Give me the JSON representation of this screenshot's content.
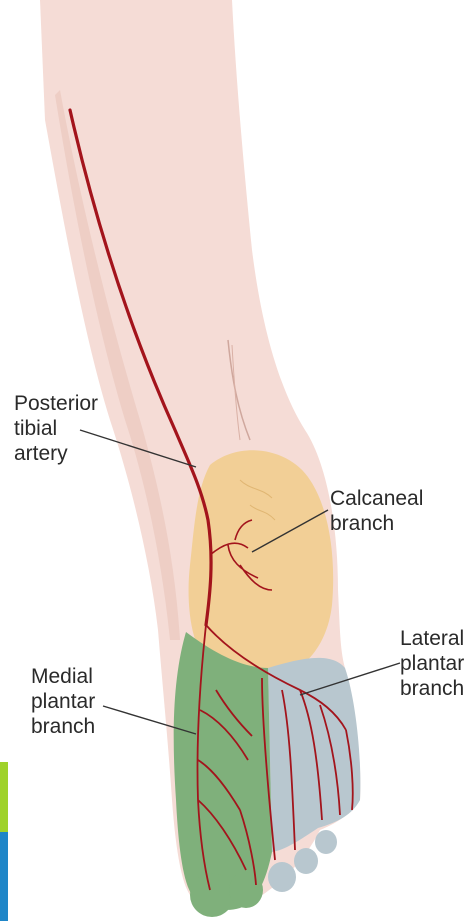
{
  "labels": {
    "posterior_tibial_artery": "Posterior\ntibial\nartery",
    "calcaneal_branch": "Calcaneal\nbranch",
    "lateral_plantar_branch": "Lateral\nplantar\nbranch",
    "medial_plantar_branch": "Medial\nplantar\nbranch"
  },
  "colors": {
    "skin": "#f5dcd6",
    "skin_shadow": "#e8c2b8",
    "heel_region": "#f2cf96",
    "medial_region": "#7fb07b",
    "lateral_region": "#b8c7cf",
    "artery": "#a3141c",
    "leader_line": "#333333",
    "edge_green": "#9fd22a",
    "edge_blue": "#1f86c8"
  }
}
